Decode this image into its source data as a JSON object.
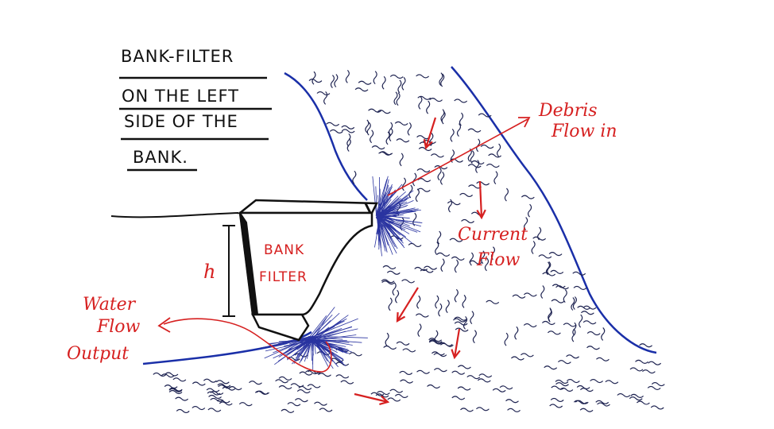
{
  "title_lines": [
    "BANK-FILTER",
    "ON THE LEFT",
    "SIDE OF THE",
    "BANK."
  ],
  "labels": {
    "debris_line1": "Debris",
    "debris_line2": "Flow in",
    "current_line1": "Current",
    "current_line2": "Flow",
    "water_line1": "Water",
    "water_line2": "Flow",
    "water_line3": "Output",
    "box_line1": "BANK",
    "box_line2": "FILTER",
    "height": "h"
  },
  "colors": {
    "ink": "#111111",
    "river": "#1a2fa8",
    "annotation": "#d62020",
    "wave": "#1d2250"
  }
}
